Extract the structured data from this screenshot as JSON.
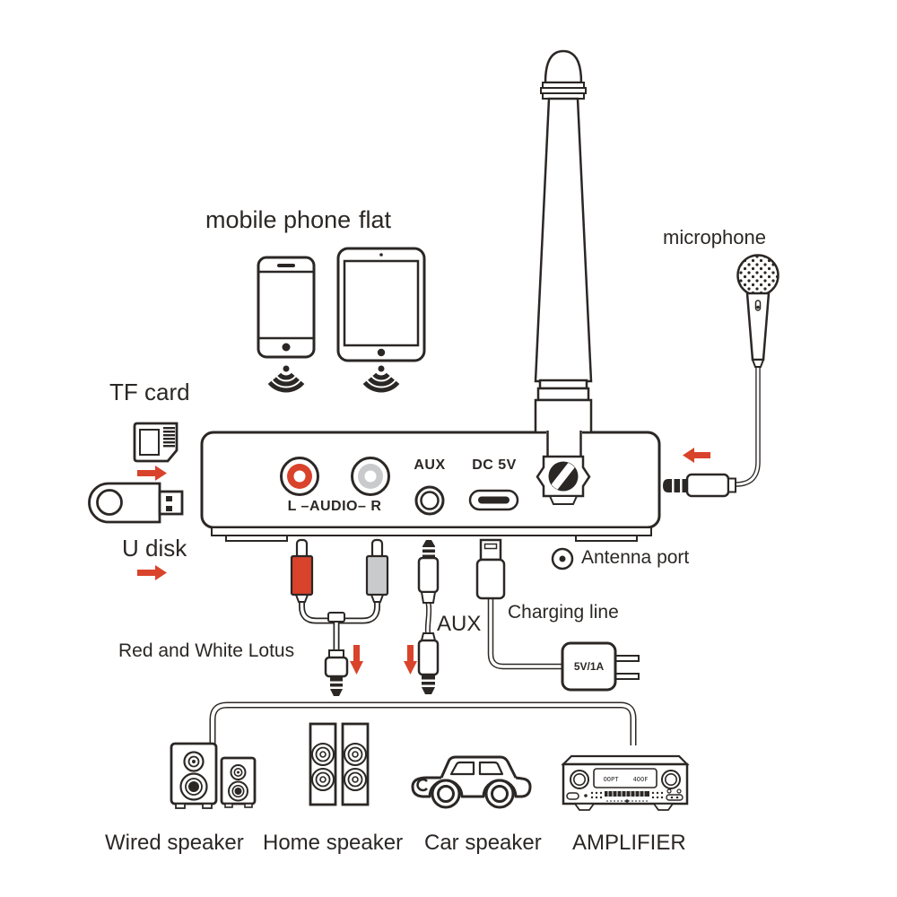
{
  "diagram": {
    "sources": {
      "mobile_phone": "mobile phone",
      "tablet": "flat",
      "tf_card": "TF card",
      "u_disk": "U disk",
      "microphone": "microphone"
    },
    "device": {
      "rca_jacks_label": "L –AUDIO– R",
      "aux_jack_label": "AUX",
      "dc_port_label": "DC 5V",
      "antenna_port": "Antenna port"
    },
    "cables": {
      "rca_cable": "Red and White Lotus",
      "aux_cable": "AUX",
      "charging_line": "Charging line",
      "adapter_rating": "5V/1A"
    },
    "outputs": {
      "wired_speaker": "Wired speaker",
      "home_speaker": "Home speaker",
      "car_speaker": "Car speaker",
      "amplifier": "AMPLIFIER"
    },
    "amplifier": {
      "display_left": "OOPT",
      "display_right": "4OOF"
    },
    "colors": {
      "outline": "#2b2725",
      "accent_red": "#d9432b",
      "connector_gray": "#c9cacb"
    },
    "icons": {
      "smartphone-icon": "outlined phone with home button",
      "tablet-icon": "outlined tablet with home button",
      "wifi-signal-icon": "dot with three arcs radiating downward",
      "tf-card-icon": "microSD card with contact pins",
      "usb-drive-icon": "USB flash drive with plug",
      "antenna-icon": "tapered rod antenna with screw base",
      "microphone-icon": "handheld microphone with cable and 3.5mm plug",
      "antenna-port-icon": "circle with center dot",
      "rca-cable-icon": "red/white RCA to 3.5mm Y cable",
      "aux-cable-icon": "3.5mm to 3.5mm cable",
      "charging-cable-icon": "USB cable to 5V/1A wall adapter",
      "red-arrow-icon": "solid red direction arrow",
      "wired-speaker-icon": "pair of bookshelf speakers",
      "home-speaker-icon": "pair of tower speakers",
      "car-icon": "car outline",
      "amplifier-icon": "stereo receiver with knobs and display"
    }
  }
}
